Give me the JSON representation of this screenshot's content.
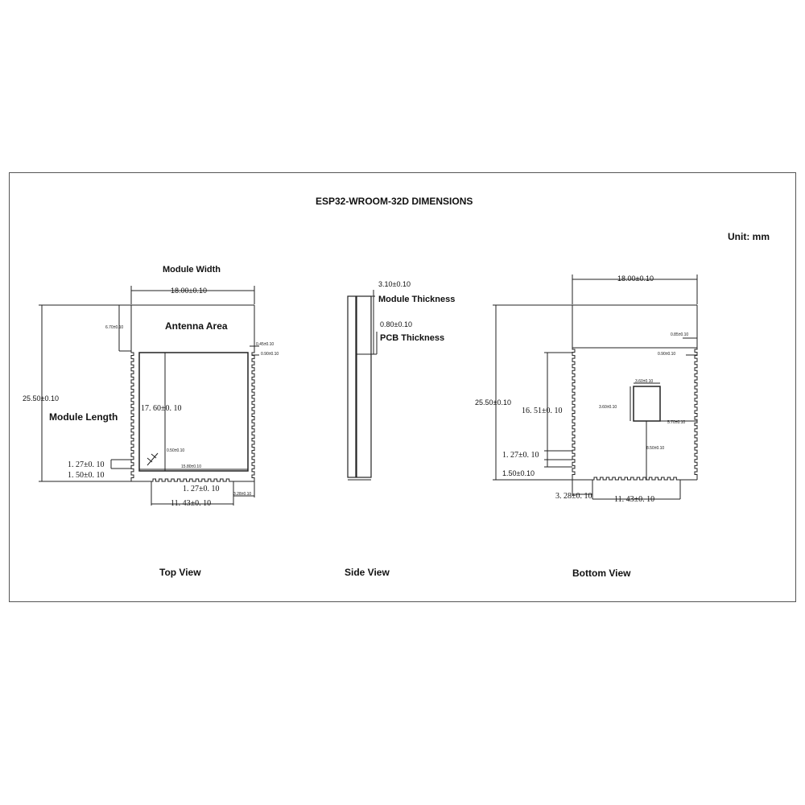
{
  "title": "ESP32-WROOM-32D  DIMENSIONS",
  "unit": "Unit: mm",
  "top_view": {
    "caption": "Top View",
    "module_width_label": "Module Width",
    "width_dim": "18.00±0.10",
    "antenna_label": "Antenna Area",
    "antenna_dim": "6.70±0.10",
    "length_dim": "25.50±0.10",
    "module_length_label": "Module Length",
    "shield_height_dim": "17. 60±0. 10",
    "corner_dim": "0.50±0.10",
    "shield_width_dim": "15.80±0.10",
    "pin_pitch_left": "1. 27±0. 10",
    "bottom_offset": "1. 50±0. 10",
    "pin_pitch_bottom": "1. 27±0. 10",
    "pin_span": "11. 43±0. 10",
    "pad_width_a": "0.45±0.10",
    "pad_width_b": "0.90±0.10",
    "edge_offset": "3.28±0.10"
  },
  "side_view": {
    "caption": "Side View",
    "module_thickness_dim": "3.10±0.10",
    "module_thickness_label": "Module Thickness",
    "pcb_thickness_dim": "0.80±0.10",
    "pcb_thickness_label": "PCB Thickness"
  },
  "bottom_view": {
    "caption": "Bottom View",
    "width_dim": "18.00±0.10",
    "pad_a": "0.85±0.10",
    "pad_b": "0.90±0.10",
    "length_dim": "25.50±0.10",
    "pin_row_dim": "16. 51±0. 10",
    "ground_pad_size": "3.60±0.10",
    "ground_pad_size_v": "3.60±0.10",
    "ground_pad_offset_x": "5.70±0.10",
    "ground_pad_offset_y": "8.50±0.10",
    "pin_pitch": "1. 27±0. 10",
    "bottom_offset": "1.50±0.10",
    "left_offset": "3. 28±0. 10",
    "pin_span": "11. 43±0. 10"
  }
}
